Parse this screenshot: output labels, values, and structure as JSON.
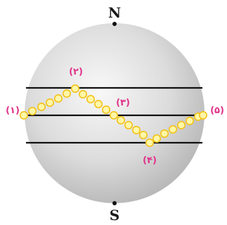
{
  "poles": {
    "north": "N",
    "south": "S"
  },
  "points": [
    {
      "id": "p1",
      "label": "(۱)"
    },
    {
      "id": "p2",
      "label": "(۲)"
    },
    {
      "id": "p3",
      "label": "(۳)"
    },
    {
      "id": "p4",
      "label": "(۴)"
    },
    {
      "id": "p5",
      "label": "(۵)"
    }
  ],
  "colors": {
    "sphere_light": "#f7f7f7",
    "sphere_dark": "#b3b3b3",
    "latitude_line": "#111111",
    "dot_fill": "#fff7a8",
    "dot_stroke": "#f2c21a",
    "point_label": "#e0338a",
    "pole_dot": "#111111"
  }
}
